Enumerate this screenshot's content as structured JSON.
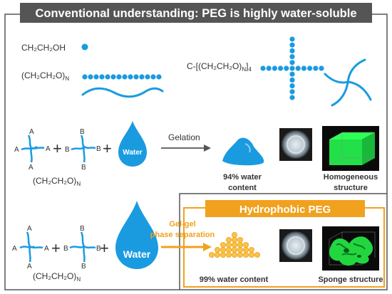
{
  "header": {
    "title": "Conventional understanding: PEG is highly water-soluble"
  },
  "molecules": {
    "monomer": "CH₂CH₂OH",
    "polymer": "(CH₂CH₂O)",
    "polymer_sub": "N",
    "star": "C-[(CH₂CH₂O)",
    "star_sub_n": "N",
    "star_close": "]",
    "star_sub_4": "4"
  },
  "labels": {
    "A": "A",
    "B": "B",
    "water": "Water",
    "gelation": "Gelation",
    "gelgel_line1": "Gel-gel",
    "gelgel_line2": "phase separation",
    "chain": "(CH₂CH₂O)",
    "chain_sub": "N",
    "water94_line1": "94% water",
    "water94_line2": "content",
    "homog_line1": "Homogeneous",
    "homog_line2": "structure",
    "hydrophobic": "Hydrophobic PEG",
    "water99": "99% water content",
    "sponge": "Sponge structure",
    "plus": "+"
  },
  "colors": {
    "blue": "#1a9be0",
    "orange": "#f0a21e",
    "gray_border": "#555555",
    "header_bg": "#555555",
    "green": "#22ff44"
  }
}
